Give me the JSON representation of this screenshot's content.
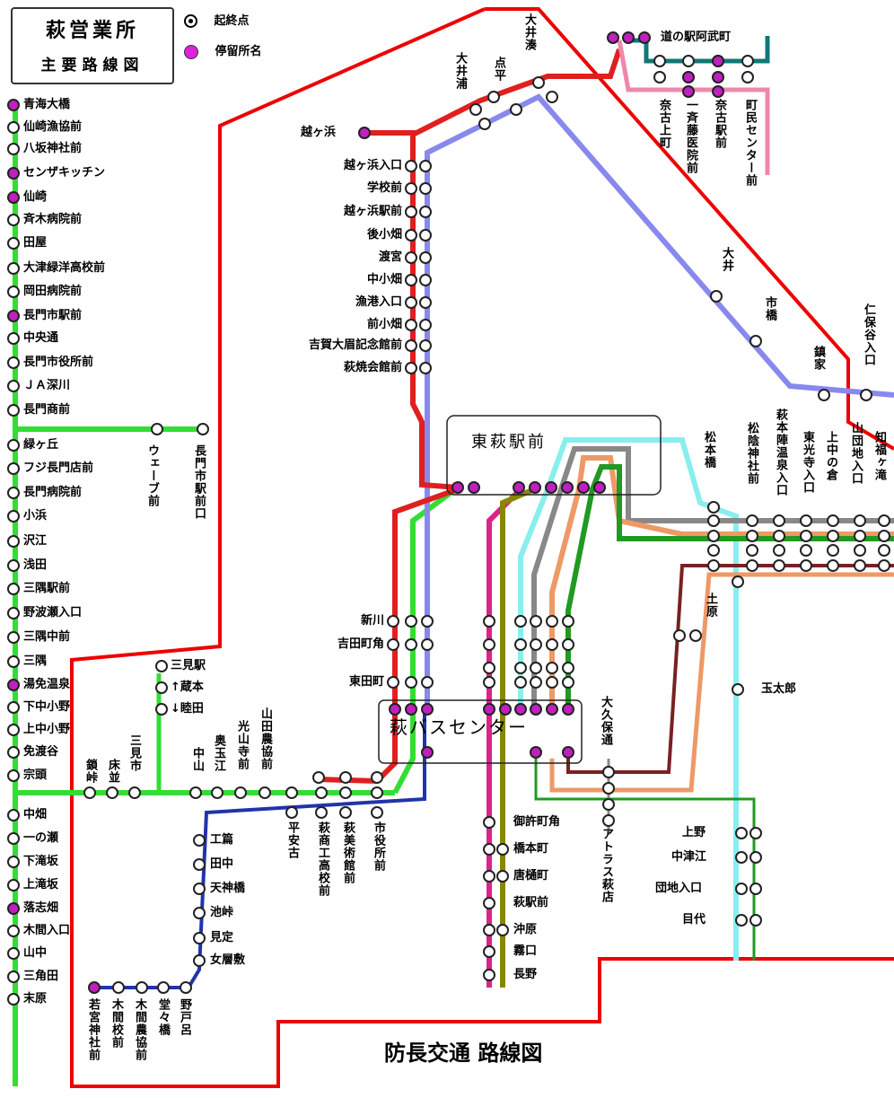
{
  "header": {
    "title": "萩営業所",
    "subtitle": "主要路線図",
    "legend_terminus": "起終点",
    "legend_stop": "停留所名"
  },
  "footer": {
    "caption": "防長交通 路線図"
  },
  "hubs": {
    "higashi_hagi": "東萩駅前",
    "bus_center": "萩バスセンター"
  },
  "colors": {
    "red": "#e02020",
    "blue": "#8888ee",
    "green": "#33dd33",
    "magenta": "#dd2288",
    "olive": "#888800",
    "cyan": "#88eeee",
    "gray": "#888888",
    "orange": "#ee9966",
    "dkgreen": "#229922",
    "teal": "#117777",
    "pink": "#ee88aa",
    "navy": "#2233aa",
    "brown": "#772222",
    "region": "#ee0000"
  },
  "stops": {
    "left_column": [
      "青海大橋",
      "仙崎漁協前",
      "八坂神社前",
      "センザキッチン",
      "仙崎",
      "斉木病院前",
      "田屋",
      "大津緑洋高校前",
      "岡田病院前",
      "長門市駅前",
      "中央通",
      "長門市役所前",
      "ＪＡ深川",
      "長門商前",
      "緑ヶ丘",
      "フジ長門店前",
      "長門病院前",
      "小浜",
      "沢江",
      "浅田",
      "三隅駅前",
      "野波瀬入口",
      "三隅中前",
      "三隅",
      "湯免温泉",
      "下中小野",
      "上中小野",
      "免渡谷",
      "宗頭",
      "中畑",
      "一の瀬",
      "下滝坂",
      "上滝坂",
      "落志畑",
      "木間入口",
      "山中",
      "三角田",
      "末原"
    ],
    "red_line": [
      "越ヶ浜",
      "越ヶ浜入口",
      "学校前",
      "越ヶ浜駅前",
      "後小畑",
      "渡宮",
      "中小畑",
      "漁港入口",
      "前小畑",
      "吉賀大眉記念館前",
      "萩焼会館前",
      "新川",
      "吉田町角",
      "東田町"
    ],
    "top_line": [
      "大井浦",
      "点平",
      "大井湊"
    ],
    "top_right": [
      "道の駅阿武町",
      "奈古上町",
      "一斉藤医院前",
      "奈古駅前",
      "町民センター前"
    ],
    "blue_line": [
      "大井",
      "市橋",
      "鎮家",
      "仁保谷入口"
    ],
    "east": [
      "松本橋",
      "松陰神社前",
      "萩本陣温泉入口",
      "東光寺入口",
      "上中の倉",
      "山団地入口",
      "知福ヶ滝",
      "土原",
      "玉太郎"
    ],
    "east_south": [
      "上野",
      "中津江",
      "団地入口",
      "目代"
    ],
    "west_branch": [
      "ウェーブ前",
      "長門市駅前口",
      "三見駅",
      "蔵本",
      "睦田"
    ],
    "mid_west": [
      "三見市",
      "床並",
      "鎖峠",
      "中山",
      "奥玉江",
      "光山寺前",
      "山田農協前",
      "平安古",
      "萩商工高校前",
      "萩美術館前",
      "市役所前"
    ],
    "south_west": [
      "工篇",
      "田中",
      "天神橋",
      "池峠",
      "見定",
      "女層敷",
      "若宮神社前",
      "木間校前",
      "木間農協前",
      "堂々橋",
      "野戸呂"
    ],
    "south": [
      "御許町角",
      "橋本町",
      "唐樋町",
      "萩駅前",
      "沖原",
      "霧口",
      "長野",
      "大久保通",
      "アトラス萩店"
    ]
  }
}
